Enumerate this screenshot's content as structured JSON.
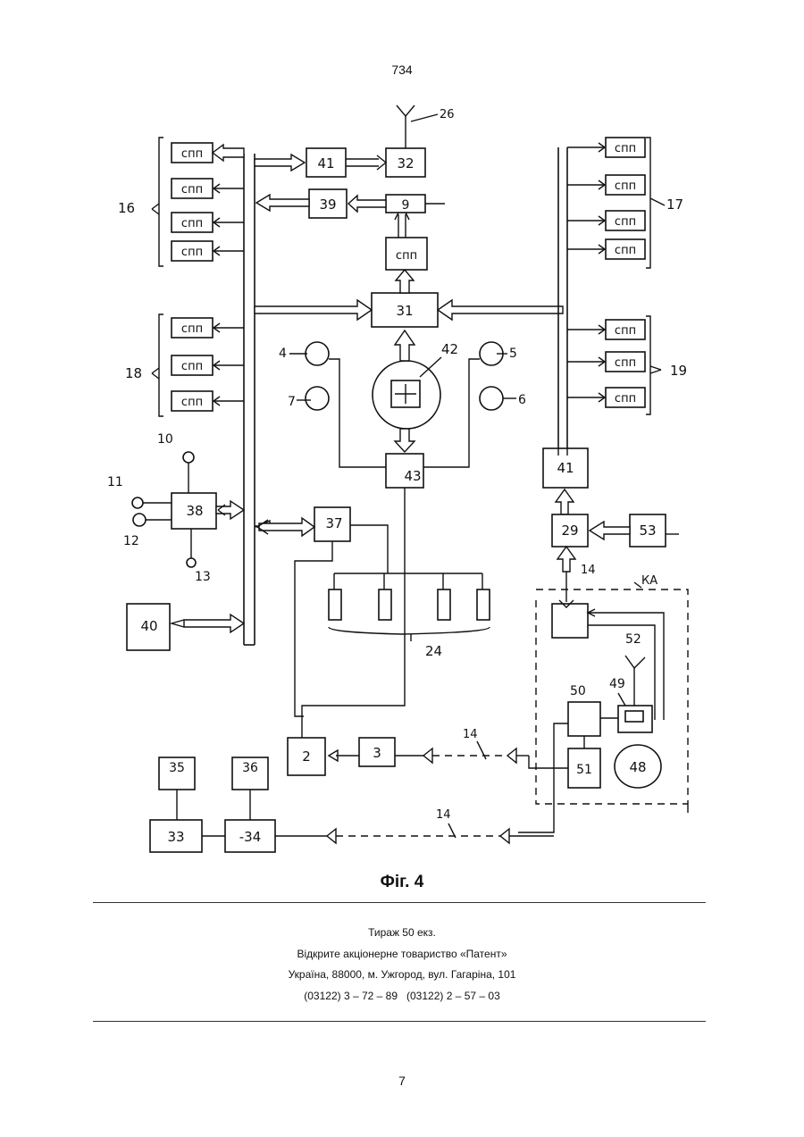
{
  "header": {
    "document_number": "734"
  },
  "figure": {
    "caption": "Фіг. 4",
    "blocks": {
      "b41_top": "41",
      "b32": "32",
      "b39": "39",
      "b9": "9",
      "b31": "31",
      "b42": "42",
      "b43": "43",
      "b41_right": "41",
      "b29": "29",
      "b53": "53",
      "b38": "38",
      "b37": "37",
      "b40": "40",
      "b2": "2",
      "b3": "3",
      "b50": "50",
      "b49": "49",
      "b51": "51",
      "b48": "48",
      "b35": "35",
      "b36": "36",
      "b33": "33",
      "b34": "-34"
    },
    "spp_label": "спп",
    "labels": {
      "l26": "26",
      "l16": "16",
      "l17": "17",
      "l18": "18",
      "l19": "19",
      "l4": "4",
      "l5": "5",
      "l6": "6",
      "l7": "7",
      "l10": "10",
      "l11": "11",
      "l12": "12",
      "l13": "13",
      "l24": "24",
      "l14_a": "14",
      "l14_b": "14",
      "l14_c": "14",
      "l52": "52",
      "ka": "КА"
    }
  },
  "imprint": {
    "lines": [
      "Тираж 50 екз.",
      "Відкрите акціонерне товариство «Патент»",
      "Україна, 88000, м. Ужгород, вул. Гагаріна, 101",
      "(03122) 3 – 72 – 89   (03122) 2 – 57 – 03"
    ]
  },
  "footer": {
    "page_number": "7"
  }
}
